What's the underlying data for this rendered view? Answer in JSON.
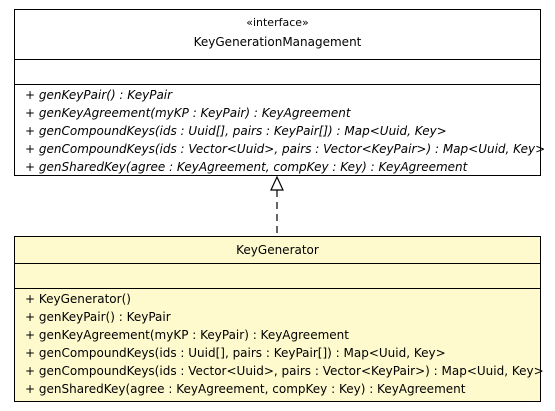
{
  "interface": {
    "stereotype": "«interface»",
    "name": "KeyGenerationManagement",
    "operations": [
      "+ genKeyPair() : KeyPair",
      "+ genKeyAgreement(myKP : KeyPair) : KeyAgreement",
      "+ genCompoundKeys(ids : Uuid[], pairs : KeyPair[]) : Map<Uuid, Key>",
      "+ genCompoundKeys(ids : Vector<Uuid>, pairs : Vector<KeyPair>) : Map<Uuid, Key>",
      "+ genSharedKey(agree : KeyAgreement, compKey : Key) : KeyAgreement"
    ]
  },
  "implementation": {
    "name": "KeyGenerator",
    "operations": [
      "+ KeyGenerator()",
      "+ genKeyPair() : KeyPair",
      "+ genKeyAgreement(myKP : KeyPair) : KeyAgreement",
      "+ genCompoundKeys(ids : Uuid[], pairs : KeyPair[]) : Map<Uuid, Key>",
      "+ genCompoundKeys(ids : Vector<Uuid>, pairs : Vector<KeyPair>) : Map<Uuid, Key>",
      "+ genSharedKey(agree : KeyAgreement, compKey : Key) : KeyAgreement"
    ]
  },
  "colors": {
    "interface_fill": "#ffffff",
    "implementation_fill": "#fffacd",
    "line": "#000000"
  }
}
